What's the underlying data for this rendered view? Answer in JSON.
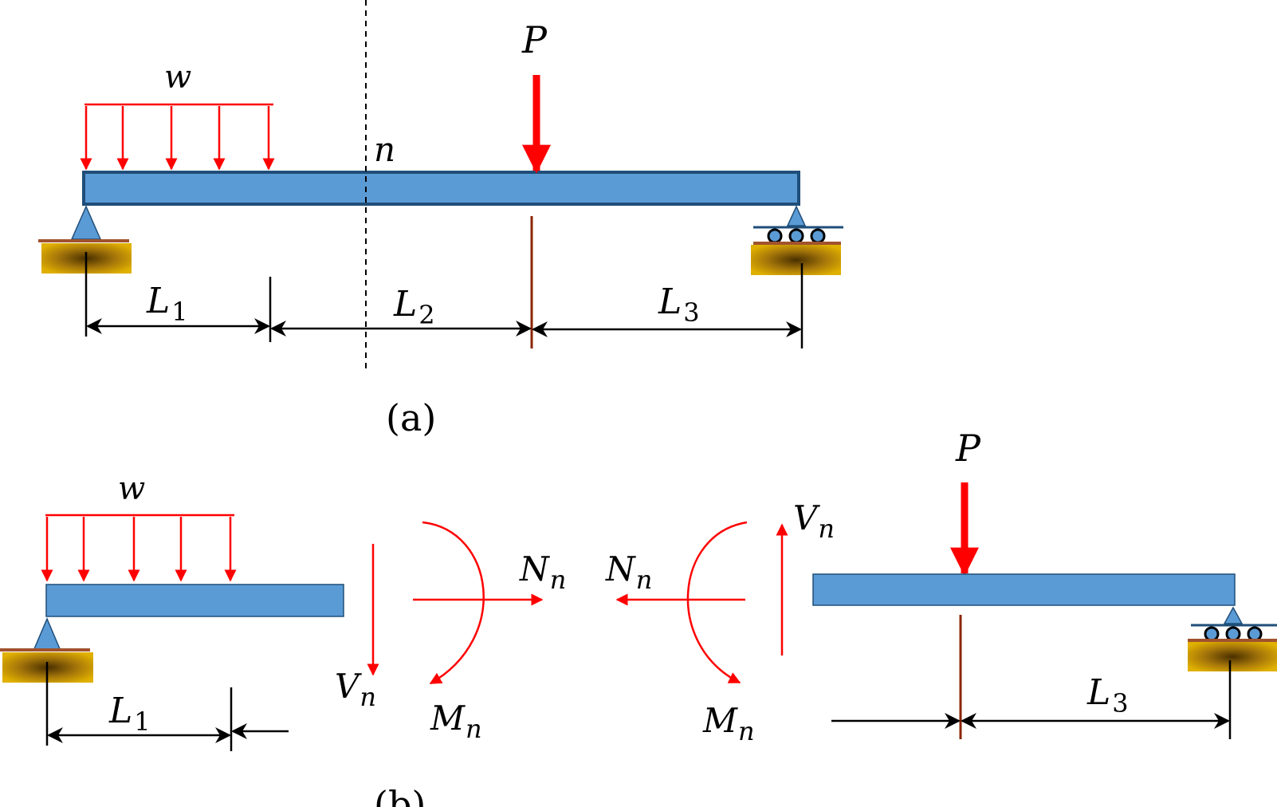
{
  "labels": {
    "w": "w",
    "n": "n",
    "P": "P",
    "L": "L",
    "sub_1": "1",
    "sub_2": "2",
    "sub_3": "3",
    "V": "V",
    "N": "N",
    "M": "M",
    "sub_n": "n"
  },
  "captions": {
    "a": "(a)",
    "b": "(b)"
  },
  "colors": {
    "beam_fill": "#5b9bd5",
    "beam_stroke": "#1f4e79",
    "load": "#ff0000",
    "ground_dark": "#5a3d00",
    "ground_light": "#d4a017",
    "ground_top": "#a0522d",
    "marker_line": "#8b2500",
    "dim": "#000000"
  }
}
